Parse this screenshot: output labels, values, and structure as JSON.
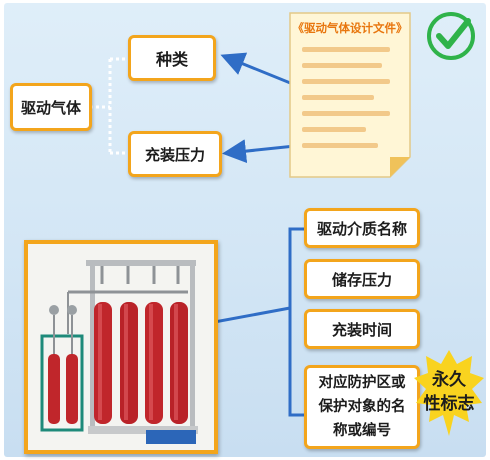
{
  "title_box": "驱动气体",
  "branches": {
    "type": "种类",
    "fill_pressure": "充装压力"
  },
  "document": {
    "title": "《驱动气体设计文件》",
    "check_icon": "check-circle-icon",
    "check_color": "#2fb34a"
  },
  "label_items": [
    "驱动介质名称",
    "储存压力",
    "充装时间",
    "对应防护区或保护对象的名称或编号"
  ],
  "badge": {
    "line1": "永久",
    "line2": "性标志",
    "color": "#f9d31f"
  },
  "colors": {
    "accent_border": "#f3a51c",
    "arrow": "#2f6dc6",
    "connector": "#ffffff",
    "bracket": "#2f6dc6"
  }
}
